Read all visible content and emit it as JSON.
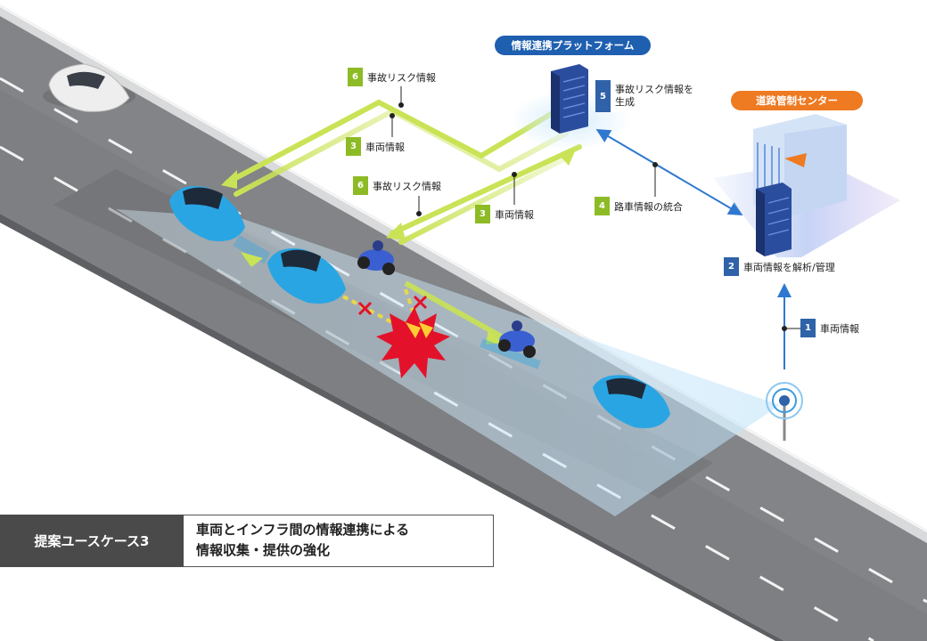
{
  "platform_title": "情報連携プラットフォーム",
  "center_title": "道路管制センター",
  "steps": {
    "s1": {
      "num": "1",
      "text": "車両情報"
    },
    "s2": {
      "num": "2",
      "text": "車両情報を解析/管理"
    },
    "s3a": {
      "num": "3",
      "text": "車両情報"
    },
    "s3b": {
      "num": "3",
      "text": "車両情報"
    },
    "s4": {
      "num": "4",
      "text": "路車情報の統合"
    },
    "s5": {
      "num": "5",
      "text": "事故リスク情報を\n生成"
    },
    "s6a": {
      "num": "6",
      "text": "事故リスク情報"
    },
    "s6b": {
      "num": "6",
      "text": "事故リスク情報"
    }
  },
  "title_box": {
    "tag": "提案ユースケース3",
    "line1": "車両とインフラ間の情報連携による",
    "line2": "情報収集・提供の強化"
  },
  "colors": {
    "road": "#7d7f82",
    "road_dark": "#65676a",
    "arrow_green": "#c9e356",
    "accent_blue": "#2f62a8",
    "car_blue": "#2aa5e3",
    "orange": "#ee7a22"
  }
}
